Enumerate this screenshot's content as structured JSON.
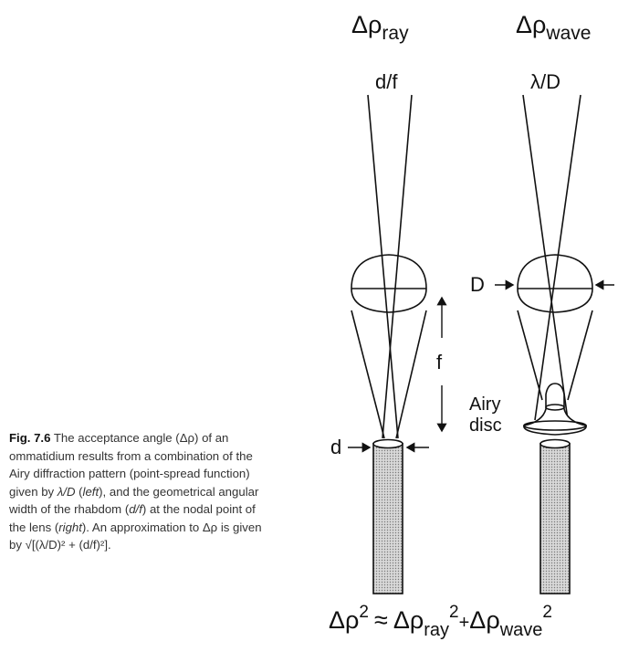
{
  "headings": {
    "left": {
      "main": "Δρ",
      "sub": "ray"
    },
    "right": {
      "main": "Δρ",
      "sub": "wave"
    }
  },
  "labels": {
    "d_over_f": "d/f",
    "lambda_over_D": "λ/D",
    "D": "D",
    "f": "f",
    "d": "d",
    "airy_line1": "Airy",
    "airy_line2": "disc"
  },
  "equation": {
    "lhs": "Δρ",
    "lhs_exp": "2",
    "approx": "≈",
    "t1": "Δρ",
    "t1_sub": "ray",
    "t1_exp": "2",
    "plus": "+",
    "t2": "Δρ",
    "t2_sub": "wave",
    "t2_exp": "2"
  },
  "caption": {
    "fig": "Fig. 7.6",
    "s1": "The acceptance angle (Δρ) of an ommatidium results from a combination of the Airy diffraction pattern (point-spread function) given by ",
    "s2": "λ/D",
    "s3": " (",
    "s4": "left",
    "s5": "), and the geometrical angular width of the rhabdom (",
    "s6": "d/f",
    "s7": ") at the nodal point of the lens (",
    "s8": "right",
    "s9": "). An approximation to Δρ is given by √[(λ/D)² + (d/f)²]."
  }
}
